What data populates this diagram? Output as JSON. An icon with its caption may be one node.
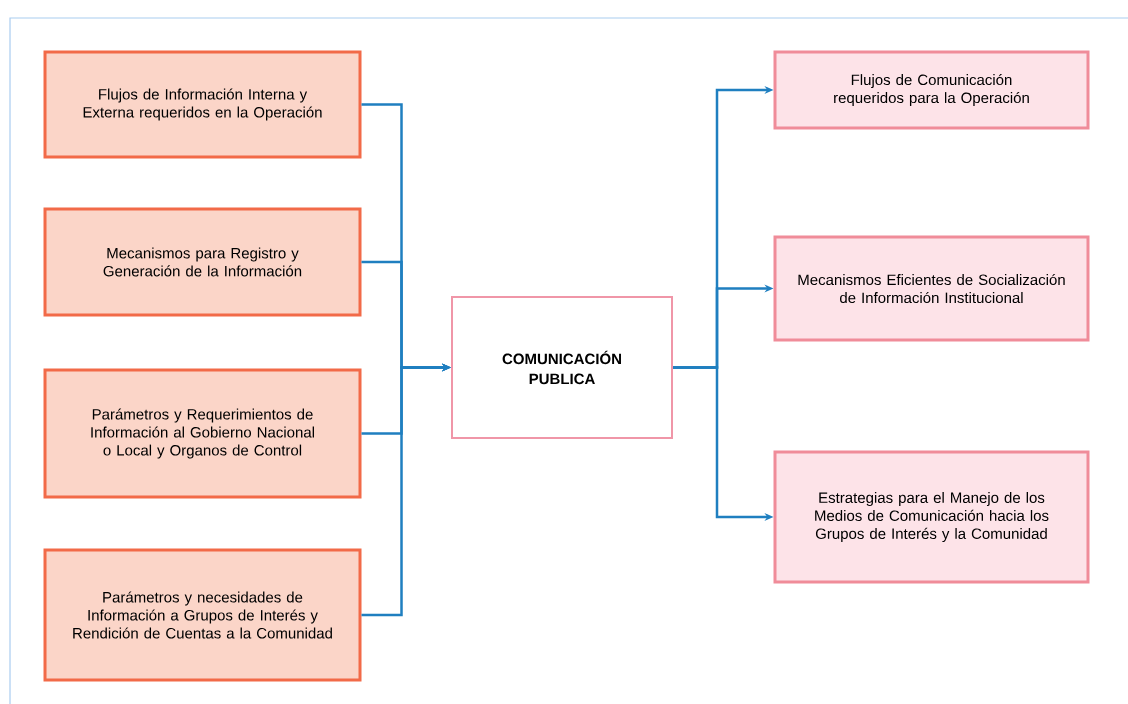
{
  "diagram": {
    "nodes": [
      {
        "text": [
          "Flujos de Información Interna y Externa requeridos en la Operación"
        ]
      },
      {
        "text": [
          "Mecanismos para Registro y Generación de la Información"
        ]
      },
      {
        "text": [
          "Parámetros y Requerimientos de Información al Gobierno Nacional o Local y Organos de Control"
        ]
      },
      {
        "text": [
          "Parámetros y necesidades de Información a Grupos de Interés y Rendición de Cuentas a la Comunidad"
        ]
      },
      {
        "text": [
          "COMUNICACIÓN PUBLICA"
        ]
      },
      {
        "text": [
          "Flujos de Comunicación requeridos para la Operación"
        ]
      },
      {
        "text": [
          "Mecanismos Eficientes de Socialización de Información Institucional"
        ]
      },
      {
        "text": [
          "Estrategias para el Manejo de los Medios de Comunicación hacia los Grupos de Interés y la Comunidad"
        ]
      }
    ],
    "edges": [
      {
        "from": 0,
        "to": 4,
        "arrow": "to"
      },
      {
        "from": 1,
        "to": 4,
        "arrow": "to"
      },
      {
        "from": 2,
        "to": 4,
        "arrow": "to"
      },
      {
        "from": 3,
        "to": 4,
        "arrow": "to"
      },
      {
        "from": 4,
        "to": 5,
        "arrow": "to"
      },
      {
        "from": 4,
        "to": 6,
        "arrow": "to"
      },
      {
        "from": 4,
        "to": 7,
        "arrow": "to"
      }
    ]
  }
}
